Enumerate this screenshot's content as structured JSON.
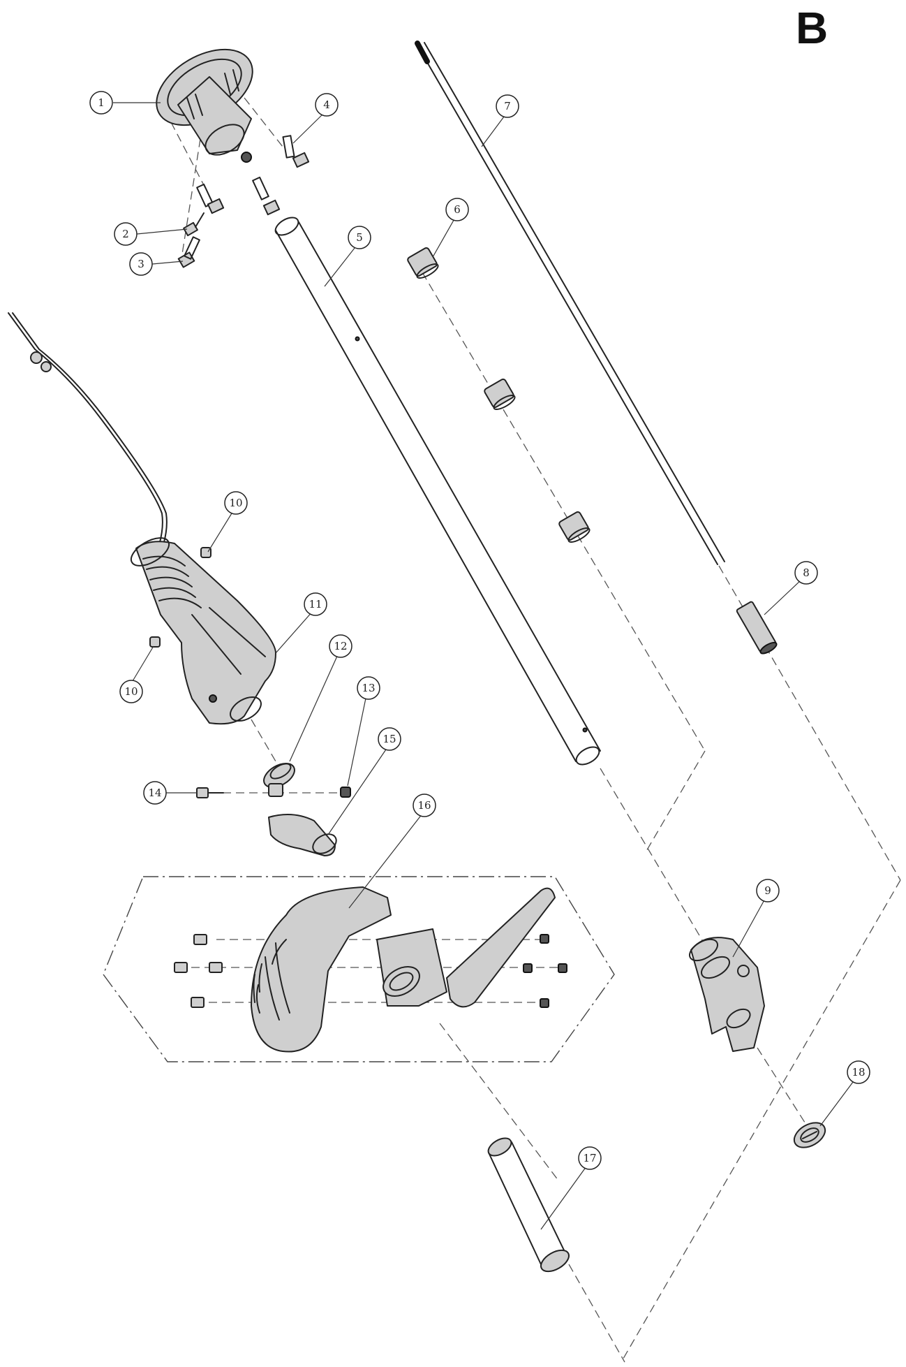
{
  "diagram_letter": "B",
  "callouts": [
    {
      "id": "1",
      "label": "1"
    },
    {
      "id": "2",
      "label": "2"
    },
    {
      "id": "3",
      "label": "3"
    },
    {
      "id": "4",
      "label": "4"
    },
    {
      "id": "5",
      "label": "5"
    },
    {
      "id": "6",
      "label": "6"
    },
    {
      "id": "7",
      "label": "7"
    },
    {
      "id": "8",
      "label": "8"
    },
    {
      "id": "9",
      "label": "9"
    },
    {
      "id": "10a",
      "label": "10"
    },
    {
      "id": "10b",
      "label": "10"
    },
    {
      "id": "11",
      "label": "11"
    },
    {
      "id": "12",
      "label": "12"
    },
    {
      "id": "13",
      "label": "13"
    },
    {
      "id": "14",
      "label": "14"
    },
    {
      "id": "15",
      "label": "15"
    },
    {
      "id": "16",
      "label": "16"
    },
    {
      "id": "17",
      "label": "17"
    },
    {
      "id": "18",
      "label": "18"
    }
  ]
}
